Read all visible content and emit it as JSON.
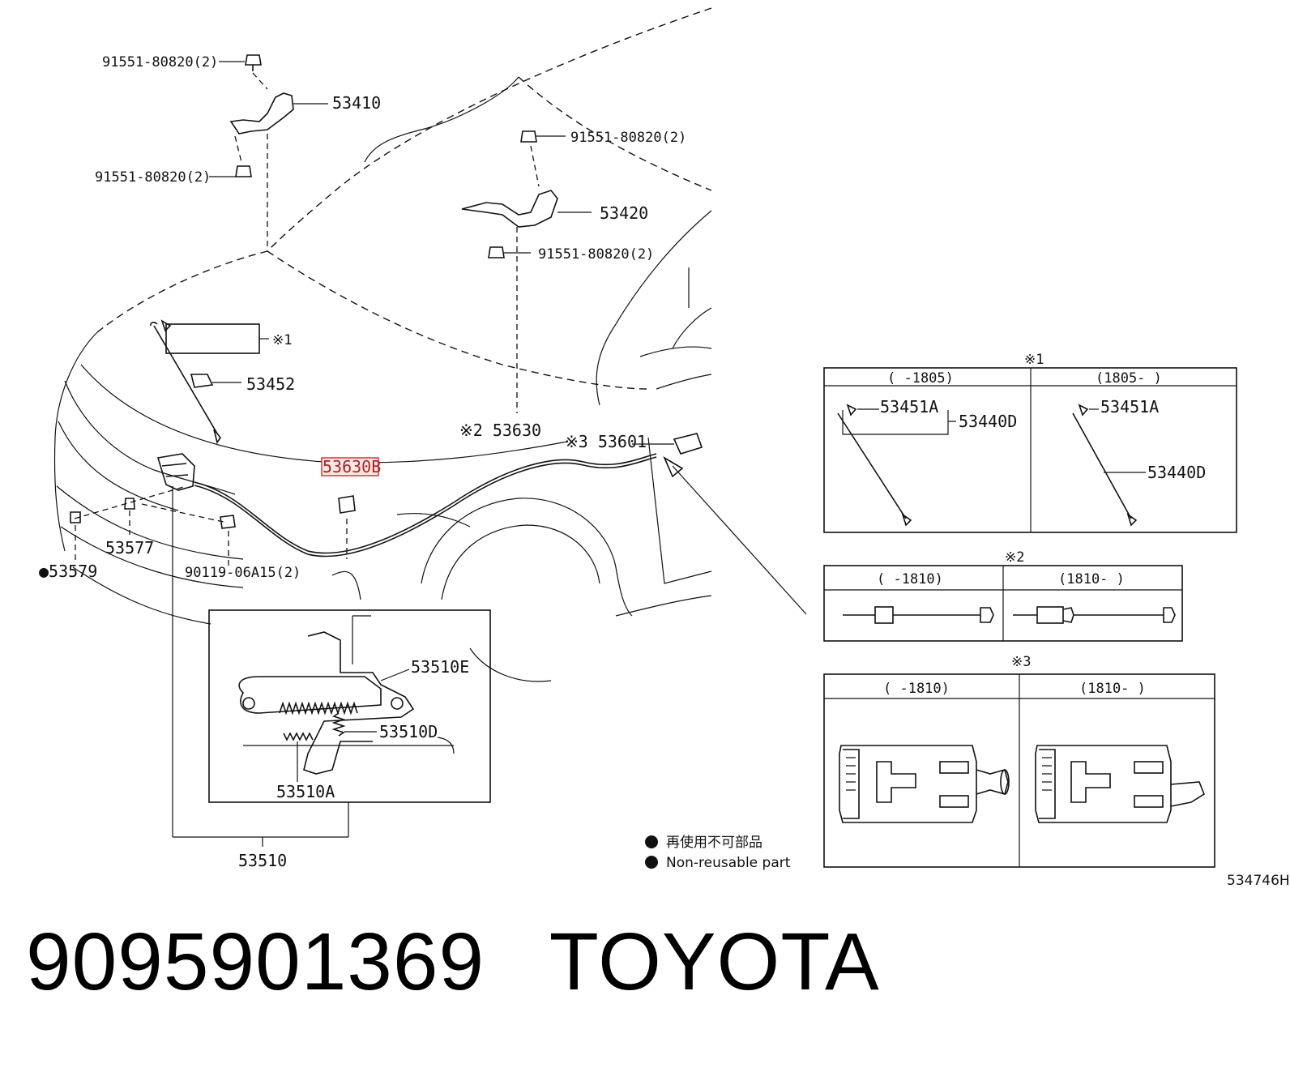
{
  "labels": {
    "bolt_top_left": "91551-80820(2)",
    "hinge_left": "53410",
    "bolt_left_lower": "91551-80820(2)",
    "bolt_right_top": "91551-80820(2)",
    "hinge_right": "53420",
    "bolt_right_lower": "91551-80820(2)",
    "note_1_ref": "※1",
    "hood_support": "53452",
    "cable_ref": "※2 53630",
    "cable_clamp": "53630B",
    "lever_ref": "※3 53601",
    "lock_bracket": "53577",
    "cushion": "●53579",
    "screw": "90119-06A15(2)",
    "spring_e": "53510E",
    "spring_d": "53510D",
    "spring_a": "53510A",
    "lock_assy": "53510",
    "legend_jp": "再使用不可部品",
    "legend_en": "Non-reusable part",
    "drawing_no": "534746H"
  },
  "inset1": {
    "title": "※1",
    "col_left": "(    -1805)",
    "col_right": "(1805-      )",
    "left_part_a": "53451A",
    "left_part_d": "53440D",
    "right_part_a": "53451A",
    "right_part_d": "53440D"
  },
  "inset2": {
    "title": "※2",
    "col_left": "(    -1810)",
    "col_right": "(1810-      )"
  },
  "inset3": {
    "title": "※3",
    "col_left": "(    -1810)",
    "col_right": "(1810-      )"
  },
  "footer": {
    "part_number": "9095901369",
    "brand": "TOYOTA"
  },
  "colors": {
    "highlight": "#e03030",
    "highlight_fill": "#fde8e8"
  }
}
